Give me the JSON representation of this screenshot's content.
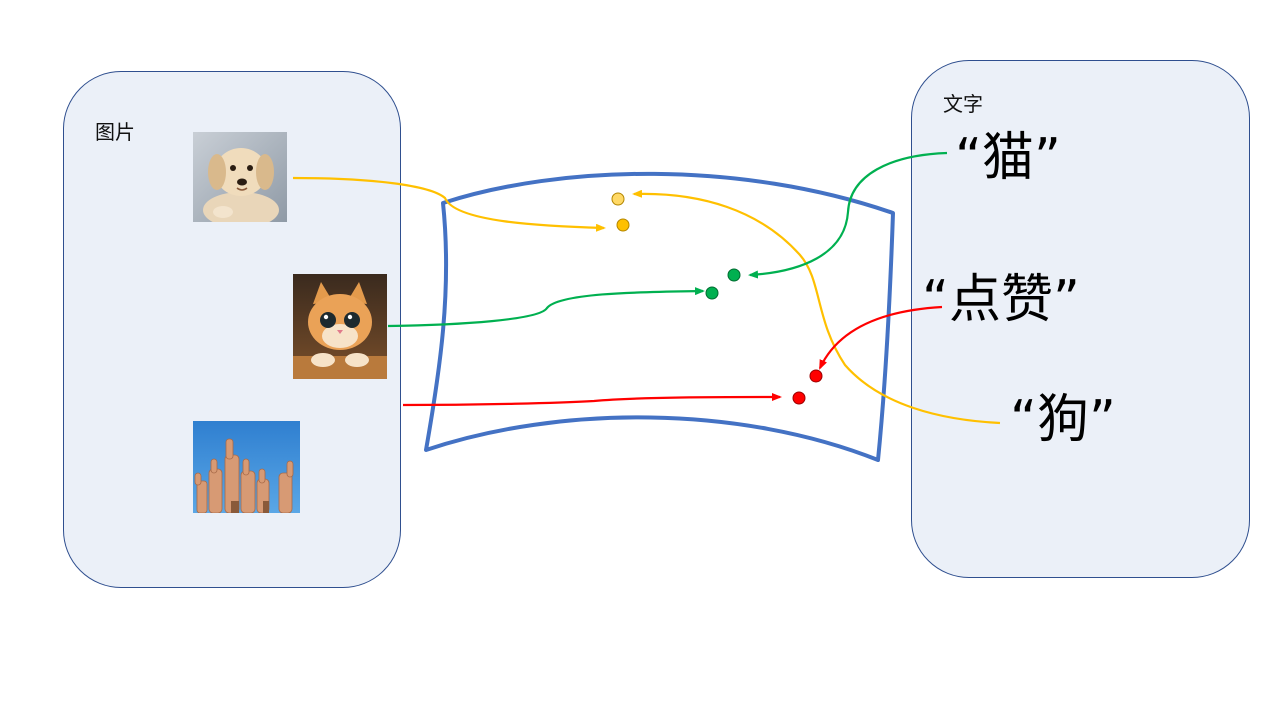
{
  "left_panel": {
    "title": "图片"
  },
  "right_panel": {
    "title": "文字",
    "words": {
      "cat": "“猫”",
      "like": "“点赞”",
      "dog": "“狗”"
    }
  },
  "images": {
    "dog": {
      "icon": "puppy-photo"
    },
    "cat": {
      "icon": "kitten-photo"
    },
    "like": {
      "icon": "thumbs-up-photo"
    }
  },
  "colors": {
    "panel_fill": "#ebf0f8",
    "panel_border": "#2f4f8f",
    "manifold": "#4472c4",
    "dog_link": "#ffc000",
    "cat_link": "#00b050",
    "like_link": "#ff0000"
  }
}
